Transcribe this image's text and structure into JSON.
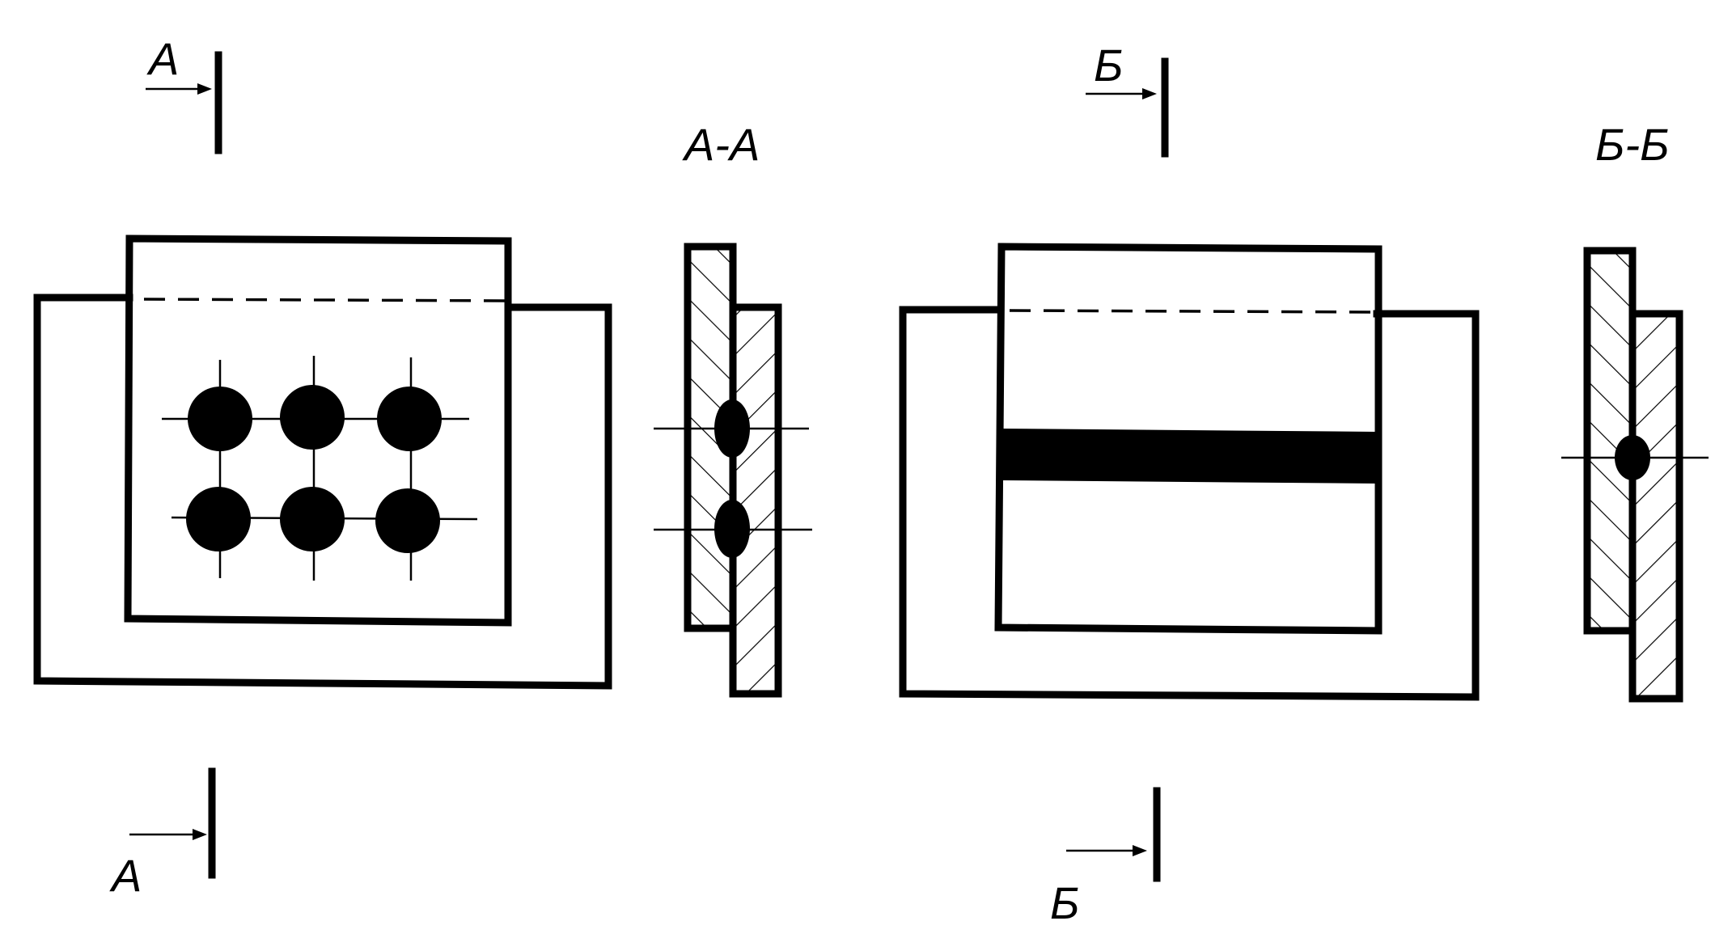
{
  "labels": {
    "cut_a_top": "А",
    "cut_a_bottom": "А",
    "section_a": "А-А",
    "cut_b_top": "Б",
    "cut_b_bottom": "Б",
    "section_b": "Б-Б"
  },
  "views": {
    "riveted_joint_rivets": {
      "rows": 2,
      "columns": 3
    },
    "welded_joint_seams": 1
  },
  "colors": {
    "ink": "#000000",
    "paper": "#ffffff"
  }
}
